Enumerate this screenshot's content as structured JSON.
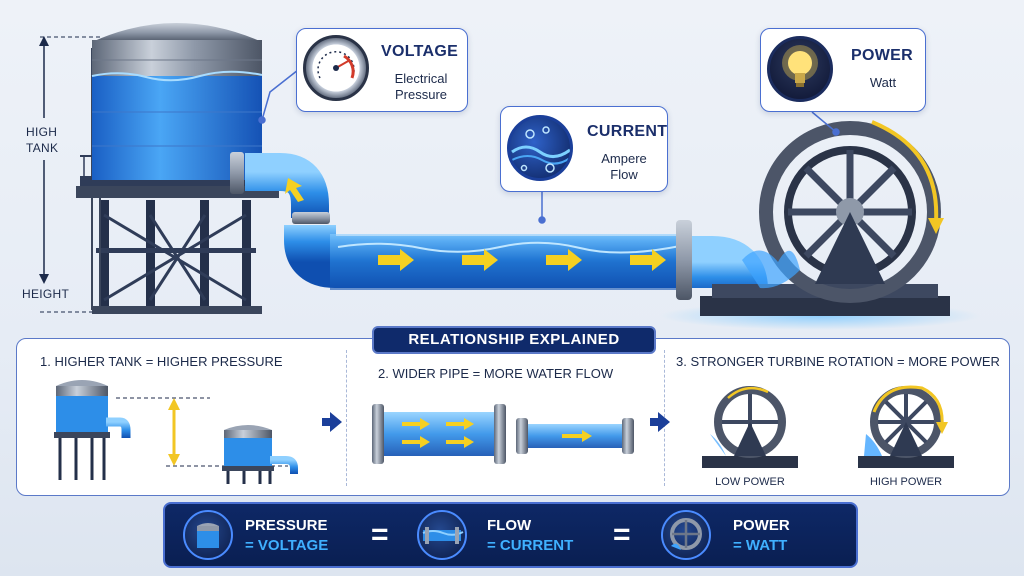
{
  "callouts": {
    "voltage": {
      "head": "VOLTAGE",
      "sub_line1": "Electrical",
      "sub_line2": "Pressure"
    },
    "current": {
      "head": "CURRENT",
      "sub_line1": "Ampere",
      "sub_line2": "Flow"
    },
    "power": {
      "head": "POWER",
      "sub": "Watt"
    }
  },
  "tank_labels": {
    "high_line1": "HIGH",
    "high_line2": "TANK",
    "height": "HEIGHT"
  },
  "panel": {
    "title": "RELATIONSHIP EXPLAINED",
    "step1": "1. HIGHER TANK = HIGHER PRESSURE",
    "step2": "2. WIDER PIPE = MORE WATER FLOW",
    "step3": "3. STRONGER TURBINE ROTATION = MORE POWER",
    "low_power": "LOW POWER",
    "high_power": "HIGH POWER"
  },
  "summary": {
    "pressure": "PRESSURE",
    "voltage": "= VOLTAGE",
    "flow": "FLOW",
    "current": "= CURRENT",
    "power": "POWER",
    "watt": "= WATT",
    "eq": "="
  },
  "colors": {
    "navy": "#0f2a6b",
    "accent_blue": "#3fb0ff",
    "water": "#2d8ee8",
    "arrow_yellow": "#f5d021",
    "steel": "#8c97a8"
  },
  "icons": [
    "pressure-gauge-icon",
    "water-bubbles-icon",
    "light-bulb-icon",
    "turbine-icon",
    "tank-icon",
    "pipe-icon"
  ]
}
